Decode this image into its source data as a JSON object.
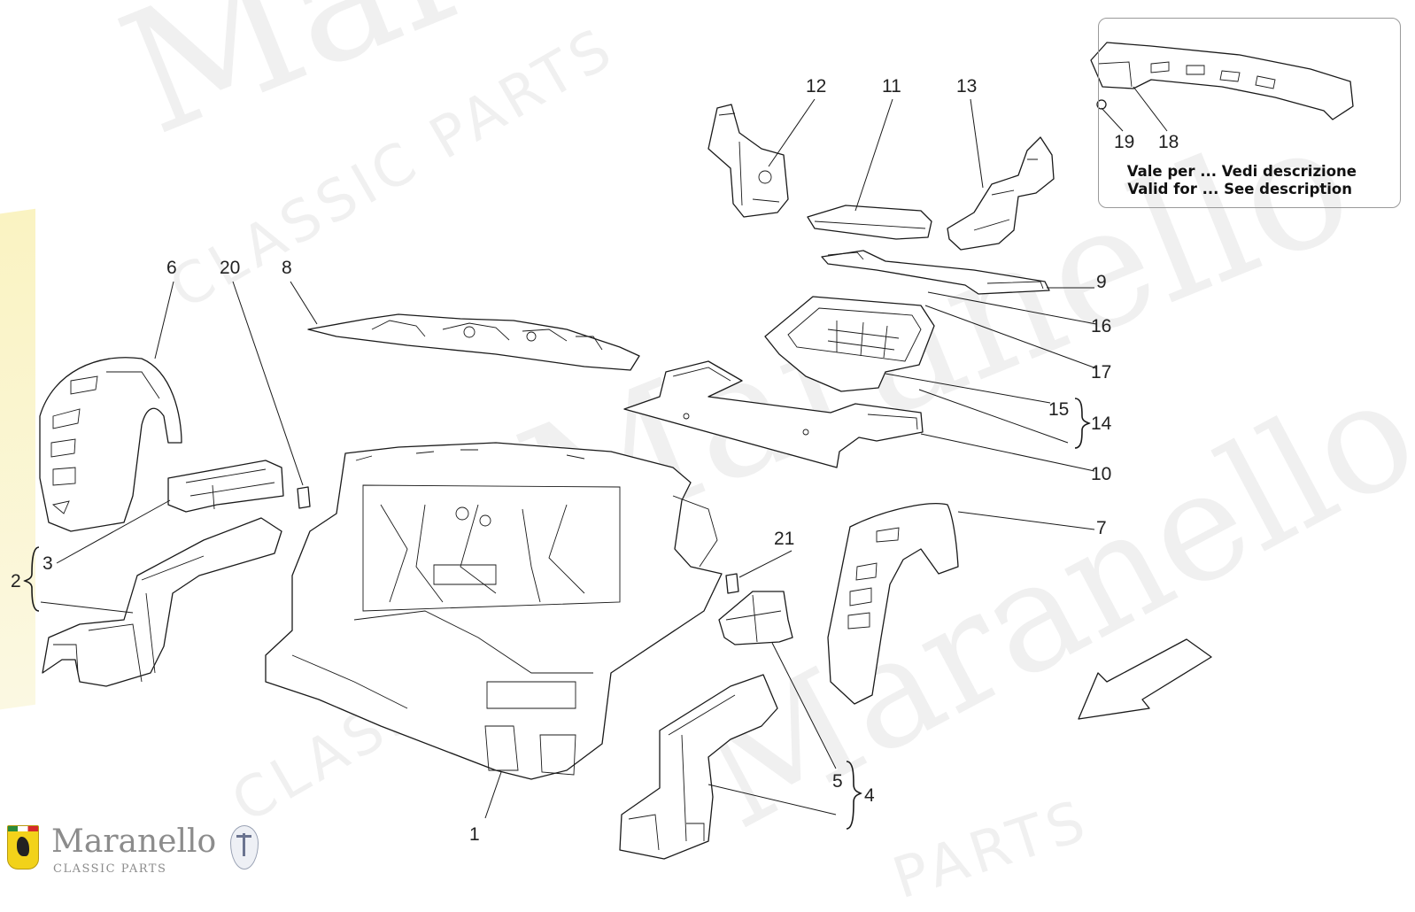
{
  "watermarks": {
    "brand": "Maranello",
    "tagline": "CLASSIC PARTS",
    "parts": "PARTS"
  },
  "callouts": [
    {
      "id": "1",
      "label": "1"
    },
    {
      "id": "2",
      "label": "2"
    },
    {
      "id": "3",
      "label": "3"
    },
    {
      "id": "4",
      "label": "4"
    },
    {
      "id": "5",
      "label": "5"
    },
    {
      "id": "6",
      "label": "6"
    },
    {
      "id": "7",
      "label": "7"
    },
    {
      "id": "8",
      "label": "8"
    },
    {
      "id": "9",
      "label": "9"
    },
    {
      "id": "10",
      "label": "10"
    },
    {
      "id": "11",
      "label": "11"
    },
    {
      "id": "12",
      "label": "12"
    },
    {
      "id": "13",
      "label": "13"
    },
    {
      "id": "14",
      "label": "14"
    },
    {
      "id": "15",
      "label": "15"
    },
    {
      "id": "16",
      "label": "16"
    },
    {
      "id": "17",
      "label": "17"
    },
    {
      "id": "18",
      "label": "18"
    },
    {
      "id": "19",
      "label": "19"
    },
    {
      "id": "20",
      "label": "20"
    },
    {
      "id": "21",
      "label": "21"
    }
  ],
  "inset_note": {
    "line1": "Vale per ... Vedi descrizione",
    "line2": "Valid for ... See description"
  },
  "logo": {
    "name": "Maranello",
    "tagline": "CLASSIC PARTS"
  }
}
